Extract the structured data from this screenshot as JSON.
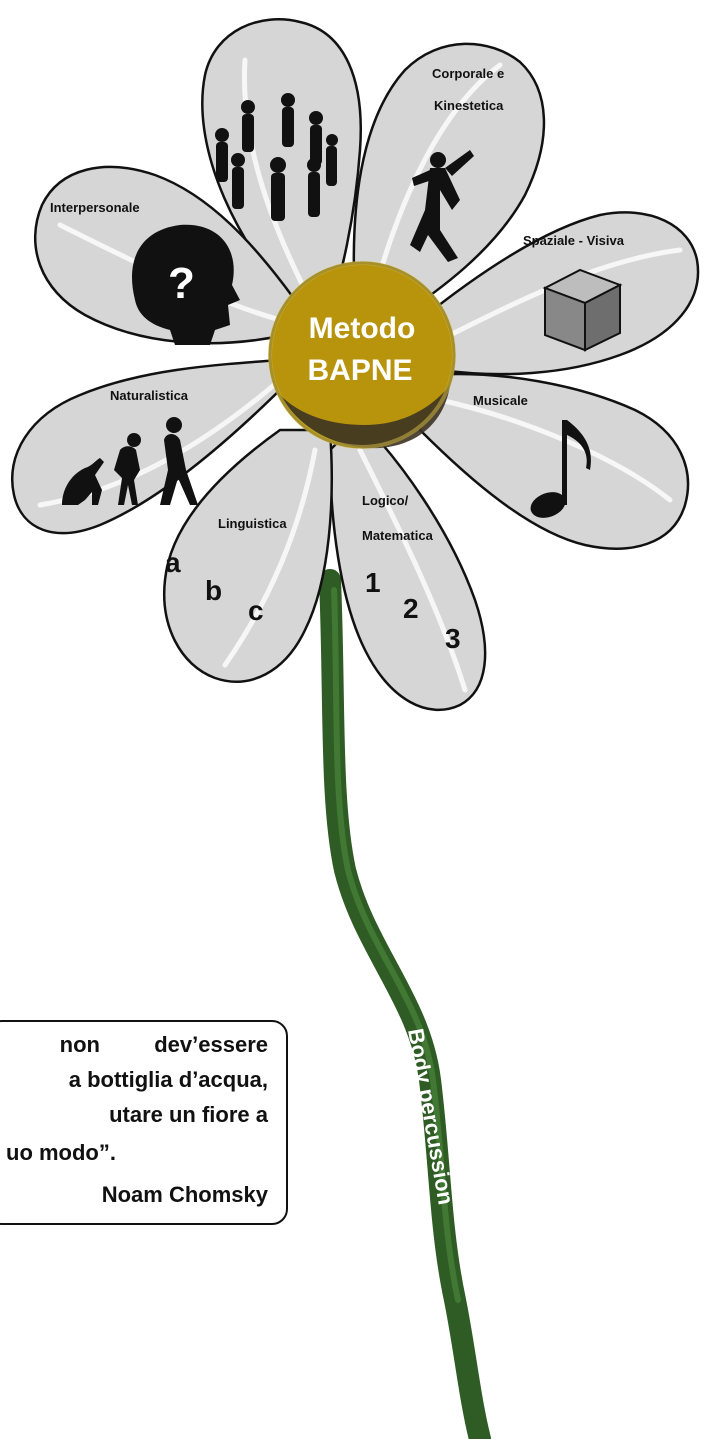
{
  "center": {
    "line1": "Metodo",
    "line2": "BAPNE"
  },
  "petals": {
    "corporale_line1": "Corporale e",
    "corporale_line2": "Kinestetica",
    "spaziale": "Spaziale - Visiva",
    "musicale": "Musicale",
    "logico_line1": "Logico/",
    "logico_line2": "Matematica",
    "linguistica": "Linguistica",
    "naturalistica": "Naturalistica",
    "interpersonale": "Interpersonale"
  },
  "letters": {
    "a": "a",
    "b": "b",
    "c": "c"
  },
  "numbers": {
    "n1": "1",
    "n2": "2",
    "n3": "3"
  },
  "icons": {
    "people": "people-silhouettes-icon",
    "dancer": "dancer-silhouette-icon",
    "cube": "cube-icon",
    "note": "music-note-icon",
    "head": "head-question-icon",
    "evolution": "evolution-icon"
  },
  "stem_label": "Body percussion",
  "quote": {
    "line1_a": "non",
    "line1_b": "dev’essere",
    "line2": "a bottiglia d’acqua,",
    "line3": "utare un fiore a",
    "line4": "uo modo”.",
    "author": "Noam Chomsky"
  },
  "colors": {
    "petal": "#d6d6d6",
    "petal_outline": "#111111",
    "center": "#b8940c",
    "stem": "#2f5c24",
    "text": "#111111"
  }
}
